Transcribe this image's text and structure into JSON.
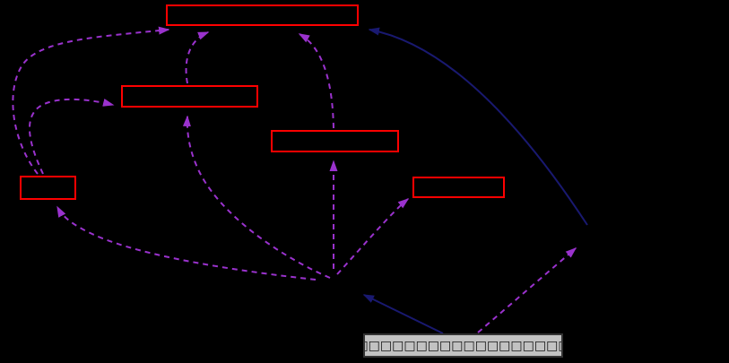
{
  "diagram": {
    "type": "collaboration-graph",
    "background_color": "#000000",
    "colors": {
      "red_node_border": "#ff0000",
      "usage_edge": "#9a32cd",
      "inheritance_edge": "#191970",
      "main_node_fill": "#c2c2c2",
      "main_node_border": "#333333",
      "main_node_text": "#111111"
    },
    "nodes": [
      {
        "id": "node-top",
        "label": ""
      },
      {
        "id": "node-mid-left",
        "label": ""
      },
      {
        "id": "node-mid-center",
        "label": ""
      },
      {
        "id": "node-mid-right",
        "label": ""
      },
      {
        "id": "node-small-left",
        "label": ""
      },
      {
        "id": "node-main",
        "label": "□□□□□□□□□□□□□□□□□□□□"
      }
    ],
    "edges": [
      {
        "from": "node-small-left",
        "to": "node-top",
        "type": "usage-dashed"
      },
      {
        "from": "node-small-left",
        "to": "node-mid-left",
        "type": "usage-dashed"
      },
      {
        "from": "node-mid-left",
        "to": "node-top",
        "type": "usage-dashed"
      },
      {
        "from": "node-mid-center",
        "to": "node-top",
        "type": "usage-dashed"
      },
      {
        "from": "junction-center",
        "to": "node-mid-left",
        "type": "usage-dashed"
      },
      {
        "from": "junction-center",
        "to": "node-mid-center",
        "type": "usage-dashed"
      },
      {
        "from": "junction-center",
        "to": "node-mid-right",
        "type": "usage-dashed"
      },
      {
        "from": "junction-center",
        "to": "node-small-left",
        "type": "usage-dashed"
      },
      {
        "from": "node-main",
        "to": "junction-right",
        "type": "usage-dashed"
      },
      {
        "from": "junction-right",
        "to": "node-top",
        "type": "inheritance-solid"
      },
      {
        "from": "node-main",
        "to": "junction-center",
        "type": "inheritance-solid"
      }
    ]
  }
}
